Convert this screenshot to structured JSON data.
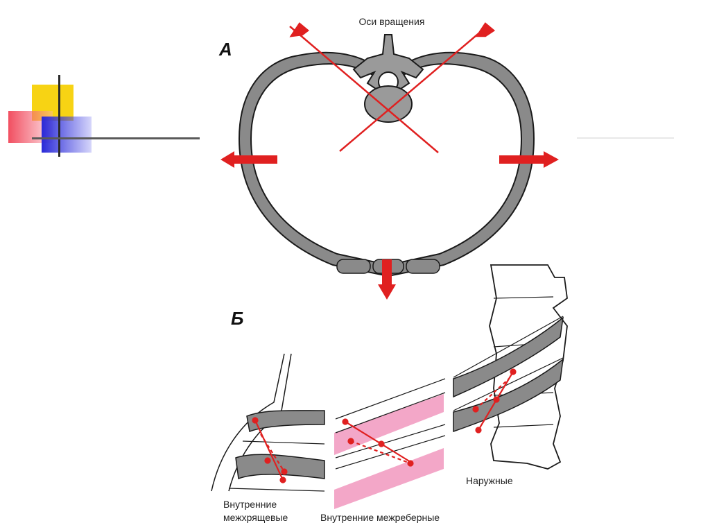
{
  "labels": {
    "axes_of_rotation": "Оси вращения",
    "panel_a": "A",
    "panel_b": "Б",
    "internal_intercartilaginous_1": "Внутренние",
    "internal_intercartilaginous_2": "межхрящевые",
    "internal_intercostal": "Внутренние межреберные",
    "external": "Наружные"
  },
  "colors": {
    "bone": "#8a8a8a",
    "outline": "#1a1a1a",
    "arrow": "#e02020",
    "muscle_pink": "#f3a7c8",
    "accent_yellow": "#f7d314",
    "accent_blue": "#2a2ad8",
    "accent_red": "#f03c50"
  }
}
